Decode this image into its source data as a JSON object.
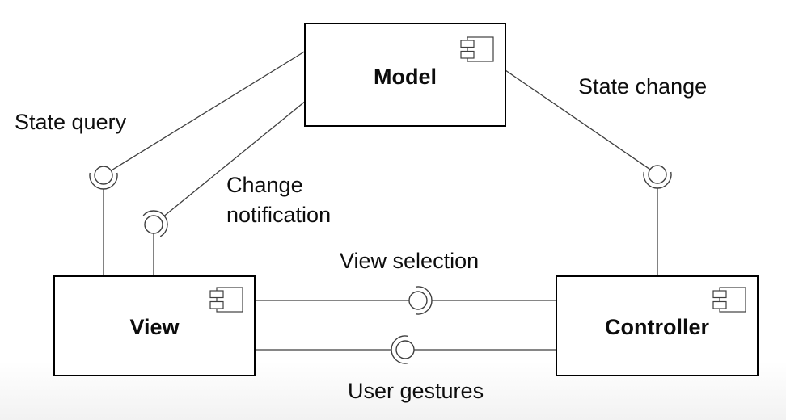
{
  "diagram": {
    "type": "uml-component-diagram",
    "components": {
      "model": {
        "label": "Model"
      },
      "view": {
        "label": "View"
      },
      "controller": {
        "label": "Controller"
      }
    },
    "interfaces": {
      "state_query": {
        "label": "State query",
        "provider": "Model",
        "consumer": "View"
      },
      "change_notification": {
        "label": "Change notification",
        "lines": [
          "Change",
          "notification"
        ],
        "provider": "View",
        "consumer": "Model"
      },
      "state_change": {
        "label": "State change",
        "provider": "Model",
        "consumer": "Controller"
      },
      "view_selection": {
        "label": "View selection",
        "provider": "View",
        "consumer": "Controller"
      },
      "user_gestures": {
        "label": "User gestures",
        "provider": "Controller",
        "consumer": "View"
      }
    },
    "colors": {
      "background": "#ffffff",
      "background_bottom": "#f2f2f2",
      "line": "#3f3f3f",
      "box_border": "#000000",
      "text": "#0d0d0d"
    }
  }
}
